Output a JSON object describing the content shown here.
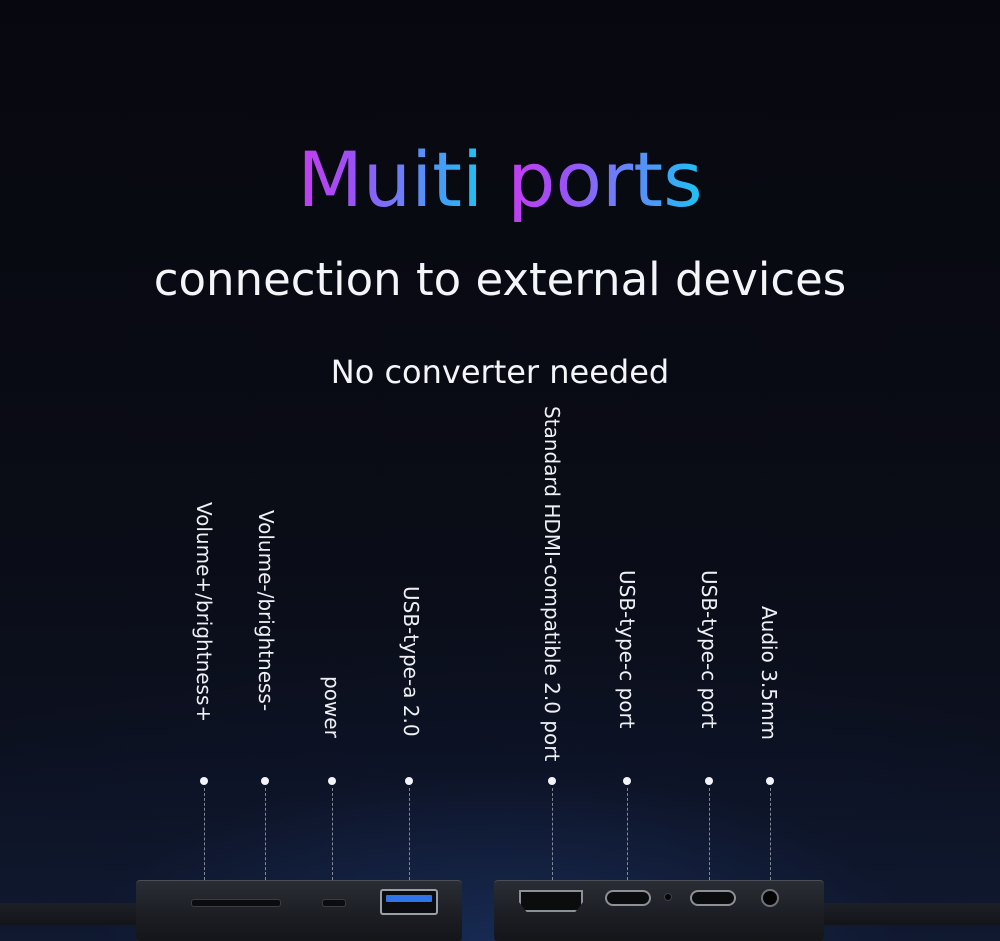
{
  "headline": {
    "word1": "Muiti",
    "word2": "ports"
  },
  "subhead": "connection to external devices",
  "tagline": "No converter needed",
  "ports": [
    {
      "label": "Volume+/brightness+"
    },
    {
      "label": "Volume-/brightness-"
    },
    {
      "label": "power"
    },
    {
      "label": "USB-type-a 2.0"
    },
    {
      "label": "Standard HDMI-compatible 2.0 port"
    },
    {
      "label": "USB-type-c port"
    },
    {
      "label": "USB-type-c port"
    },
    {
      "label": "Audio 3.5mm"
    }
  ],
  "colors": {
    "gradient_start": "#c53cf0",
    "gradient_end": "#1ec3f2",
    "usb_a_accent": "#2f74e8",
    "background": "#090b14"
  }
}
